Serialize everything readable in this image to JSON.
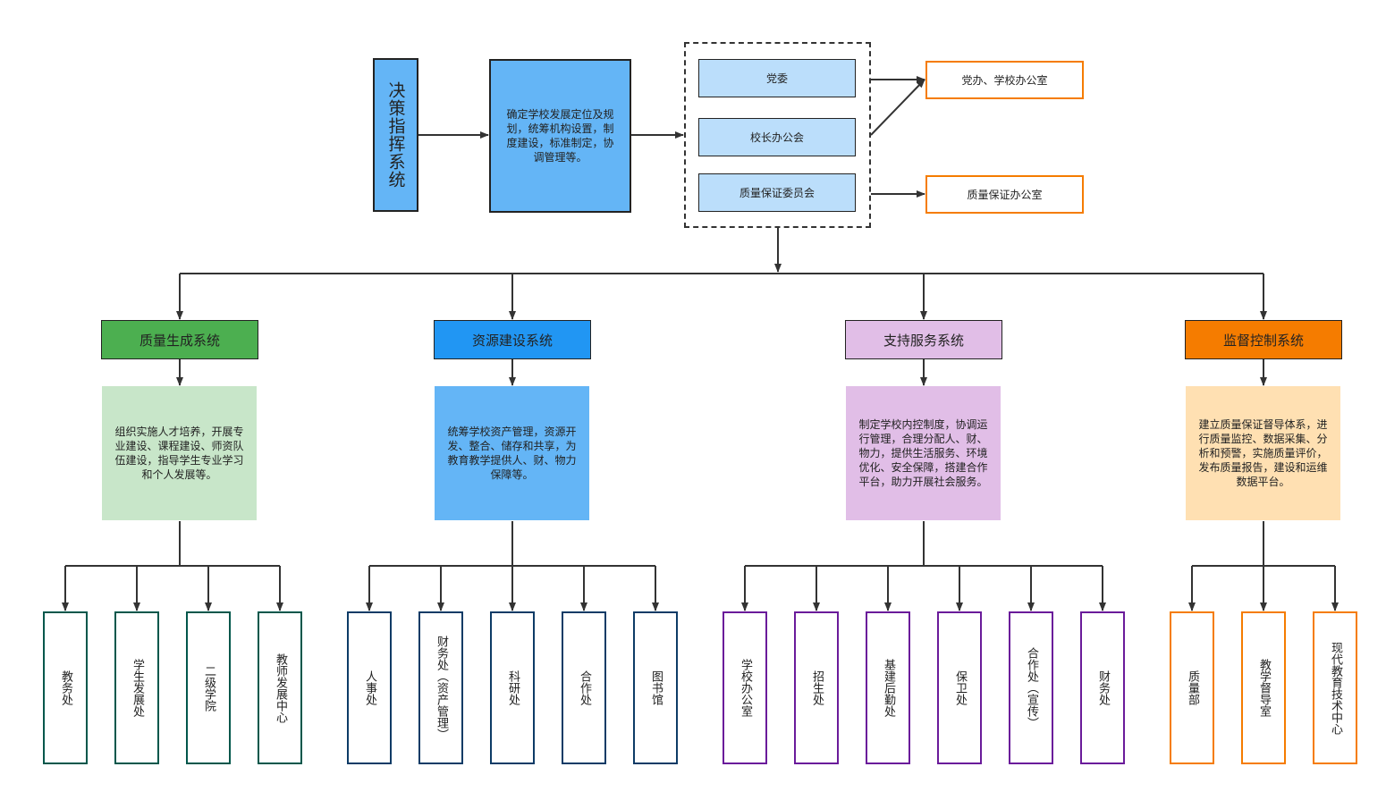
{
  "decision": {
    "title": "决策指挥系统",
    "description": "确定学校发展定位及规划，统筹机构设置，制度建设，标准制定，协调管理等。"
  },
  "leaders": [
    "党委",
    "校长办公会",
    "质量保证委员会"
  ],
  "offices": [
    "党办、学校办公室",
    "质量保证办公室"
  ],
  "systems": [
    {
      "name": "质量生成系统",
      "color": "#4caf50",
      "desc_bg": "#c8e6c9",
      "dept_border": "#00574b",
      "description": "组织实施人才培养，开展专业建设、课程建设、师资队伍建设，指导学生专业学习和个人发展等。",
      "departments": [
        "教务处",
        "学生发展处",
        "二级学院",
        "教师发展中心"
      ]
    },
    {
      "name": "资源建设系统",
      "color": "#2196f3",
      "desc_bg": "#64b5f6",
      "dept_border": "#0d3b66",
      "description": "统筹学校资产管理，资源开发、整合、储存和共享，为教育教学提供人、财、物力保障等。",
      "departments": [
        "人事处",
        "财务处（资产管理）",
        "科研处",
        "合作处",
        "图书馆"
      ]
    },
    {
      "name": "支持服务系统",
      "color": "#e1bee7",
      "desc_bg": "#e1bee7",
      "dept_border": "#6a1b9a",
      "description": "制定学校内控制度，协调运行管理，合理分配人、财、物力，提供生活服务、环境优化、安全保障，搭建合作平台，助力开展社会服务。",
      "departments": [
        "学校办公室",
        "招生处",
        "基建后勤处",
        "保卫处",
        "合作处（宣传）",
        "财务处"
      ]
    },
    {
      "name": "监督控制系统",
      "color": "#f57c00",
      "desc_bg": "#ffe0b2",
      "dept_border": "#f57c00",
      "description": "建立质量保证督导体系，进行质量监控、数据采集、分析和预警，实施质量评价，发布质量报告，建设和运维数据平台。",
      "departments": [
        "质量部",
        "教学督导室",
        "现代教育技术中心"
      ]
    }
  ]
}
